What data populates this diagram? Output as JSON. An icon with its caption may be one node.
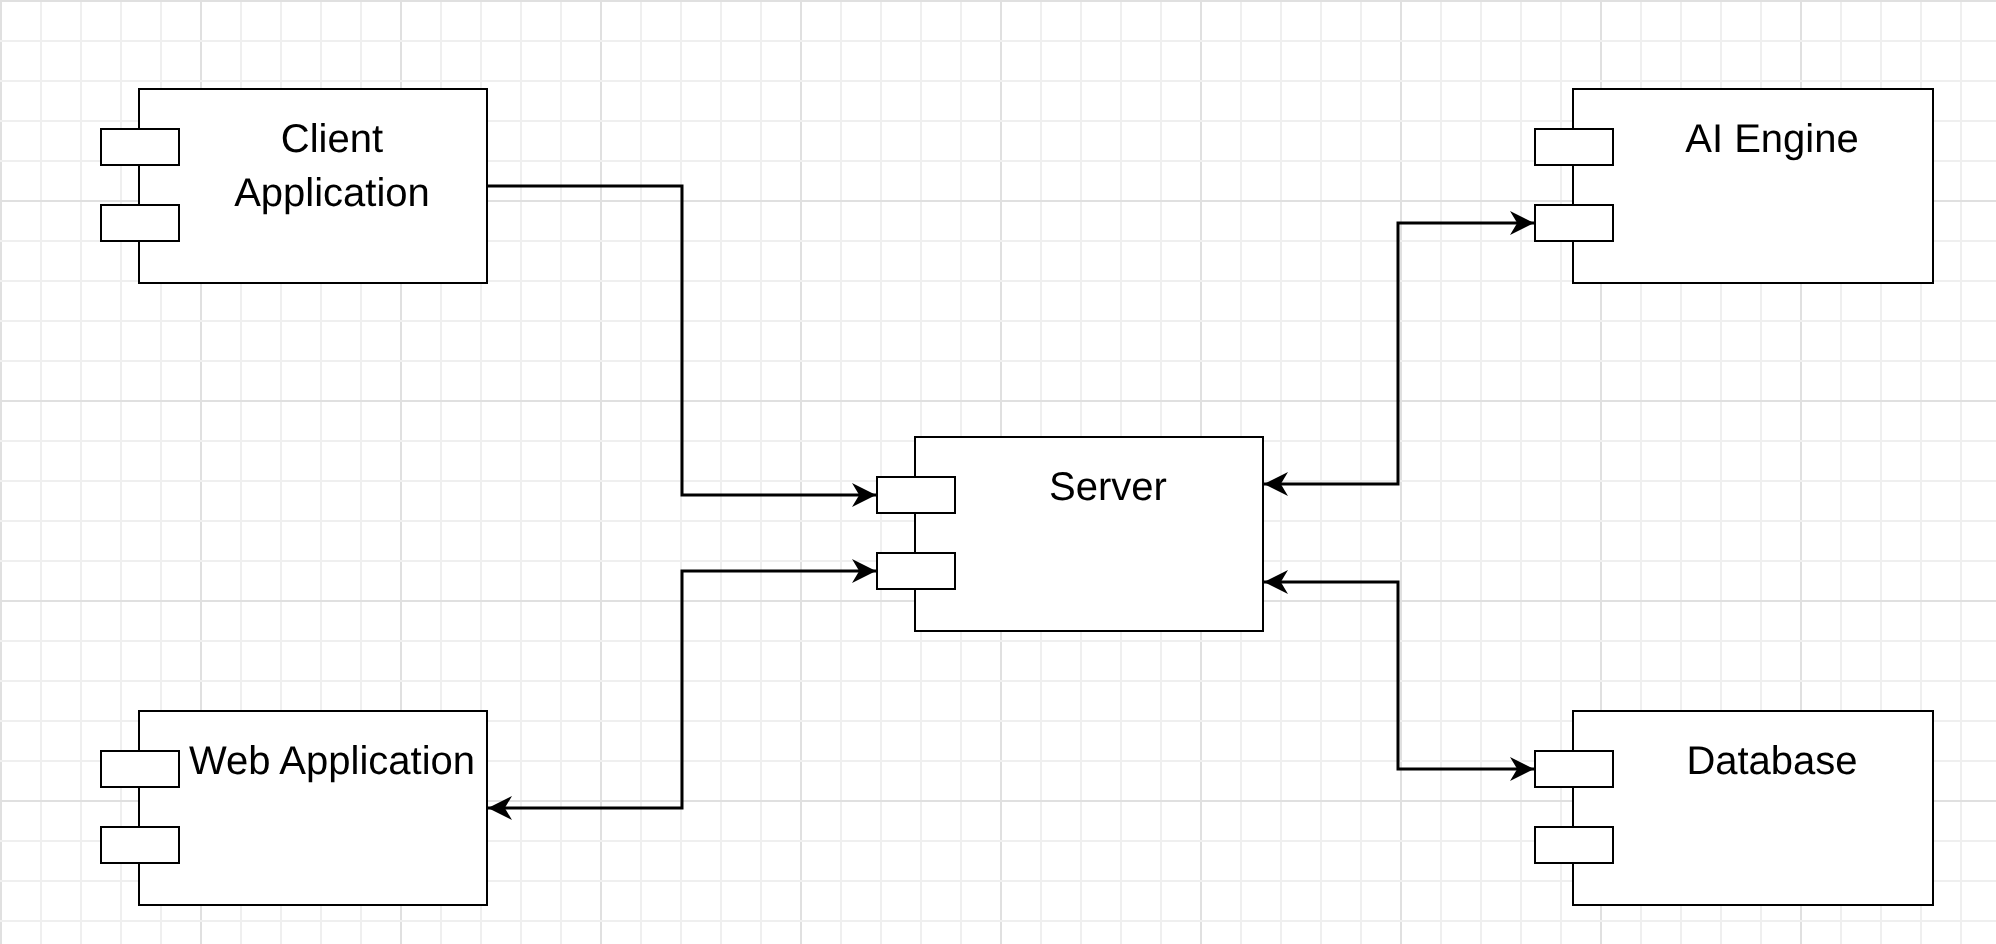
{
  "diagram": {
    "nodes": [
      {
        "text": [
          "Client Application"
        ]
      },
      {
        "text": [
          "AI Engine"
        ]
      },
      {
        "text": [
          "Server"
        ]
      },
      {
        "text": [
          "Web Application"
        ]
      },
      {
        "text": [
          "Database"
        ]
      }
    ],
    "edges": [
      {
        "from": 0,
        "to": 2,
        "arrow": "to"
      },
      {
        "from": 2,
        "to": 3,
        "arrow": "both"
      },
      {
        "from": 2,
        "to": 1,
        "arrow": "both"
      },
      {
        "from": 2,
        "to": 4,
        "arrow": "both"
      }
    ]
  }
}
